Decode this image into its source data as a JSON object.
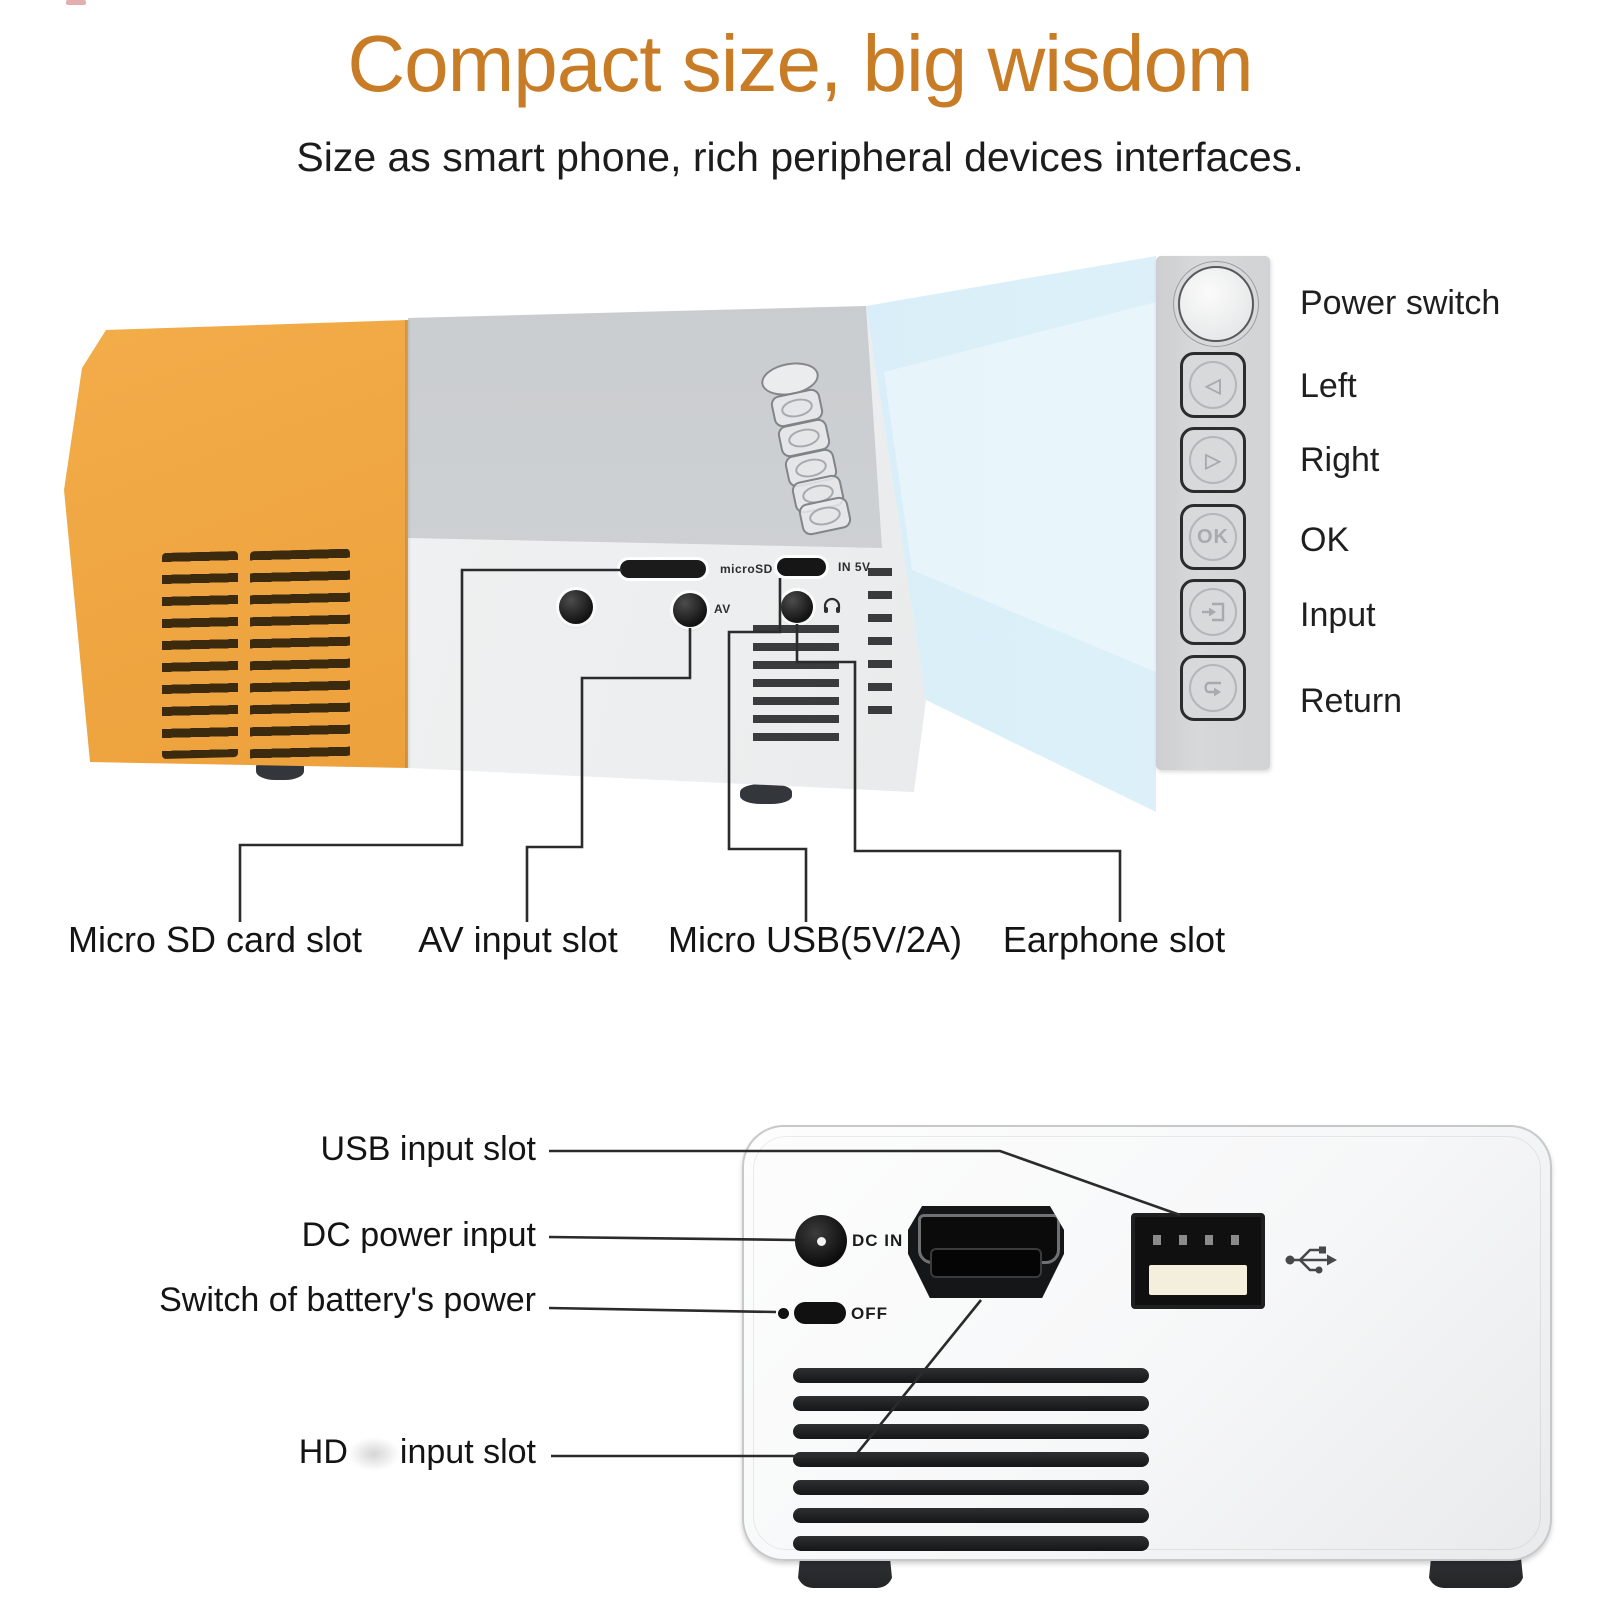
{
  "header": {
    "title": "Compact size, big wisdom",
    "subtitle": "Size as smart phone, rich peripheral devices interfaces."
  },
  "projector_side": {
    "microsd_label": "microSD",
    "micro_usb_label": "IN 5V",
    "av_label": "AV"
  },
  "control_panel": {
    "items": [
      {
        "name": "power",
        "label": "Power switch",
        "glyph": ""
      },
      {
        "name": "left",
        "label": "Left",
        "glyph": "◁"
      },
      {
        "name": "right",
        "label": "Right",
        "glyph": "▷"
      },
      {
        "name": "ok",
        "label": "OK",
        "glyph": "OK"
      },
      {
        "name": "input",
        "label": "Input",
        "glyph": ""
      },
      {
        "name": "return",
        "label": "Return",
        "glyph": ""
      }
    ]
  },
  "port_callouts": [
    "Micro SD card slot",
    "AV input slot",
    "Micro USB(5V/2A)",
    "Earphone slot"
  ],
  "rear_callouts": {
    "usb": "USB input slot",
    "dc": "DC power input",
    "battery": "Switch of battery's power",
    "hd_prefix": "HD",
    "hd_suffix": "input slot"
  },
  "rear_panel": {
    "dc_in": "DC IN",
    "off": "OFF"
  },
  "colors": {
    "title_orange": "#c97c26",
    "device_orange": "#eda23d",
    "beam_blue": "#cfe8f4",
    "panel_gray": "#d3d4d6",
    "callout_line": "#2b2b2b"
  }
}
